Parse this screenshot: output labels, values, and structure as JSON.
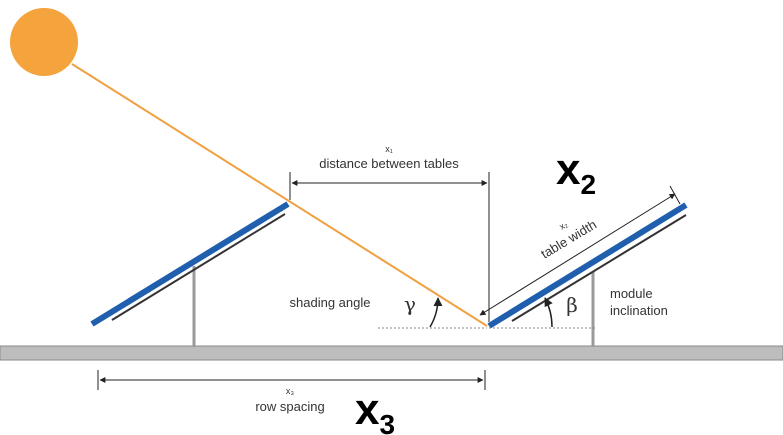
{
  "colors": {
    "sun": "#F5A33C",
    "sun_ray": "#F0A040",
    "module": "#1F5FAD",
    "ground": "#BDBDBD",
    "support": "#9A9A9A",
    "dimension": "#222222"
  },
  "labels": {
    "x1_symbol": "x₁",
    "x1_text": "distance between tables",
    "x2_symbol": "x₂",
    "x2_text": "table width",
    "x3_symbol": "x₃",
    "x3_text": "row spacing",
    "shading_angle": "shading angle",
    "gamma": "γ",
    "beta": "β",
    "module_inclination_line1": "module",
    "module_inclination_line2": "inclination",
    "big_x2_letter": "x",
    "big_x2_sub": "2",
    "big_x3_letter": "x",
    "big_x3_sub": "3"
  }
}
